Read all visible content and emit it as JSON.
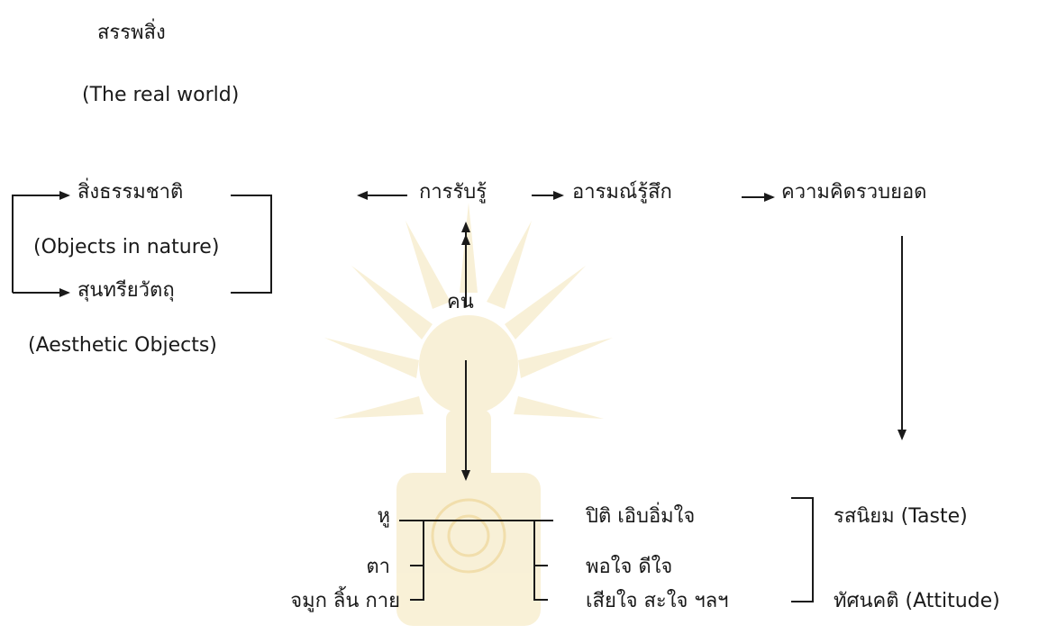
{
  "top": {
    "title_th": "สรรพสิ่ง",
    "title_en": "(The real world)"
  },
  "left": {
    "nature_th": "สิ่งธรรมชาติ",
    "nature_en": "(Objects in nature)",
    "aesthetic_th": "สุนทรียวัตถุ",
    "aesthetic_en": "(Aesthetic Objects)"
  },
  "flow": {
    "perception": "การรับรู้",
    "emotion": "อารมณ์รู้สึก",
    "concept": "ความคิดรวบยอด",
    "person": "คน"
  },
  "senses": {
    "ear": "หู",
    "eye": "ตา",
    "others": "จมูก ลิ้น กาย"
  },
  "feelings": {
    "f1": "ปิติ เอิบอิ่มใจ",
    "f2": "พอใจ ดีใจ",
    "f3": "เสียใจ สะใจ ฯลฯ"
  },
  "results": {
    "taste": "รสนิยม (Taste)",
    "attitude": "ทัศนคติ (Attitude)"
  },
  "colors": {
    "line": "#1a1a1a",
    "watermark": "#f3e3b0"
  }
}
